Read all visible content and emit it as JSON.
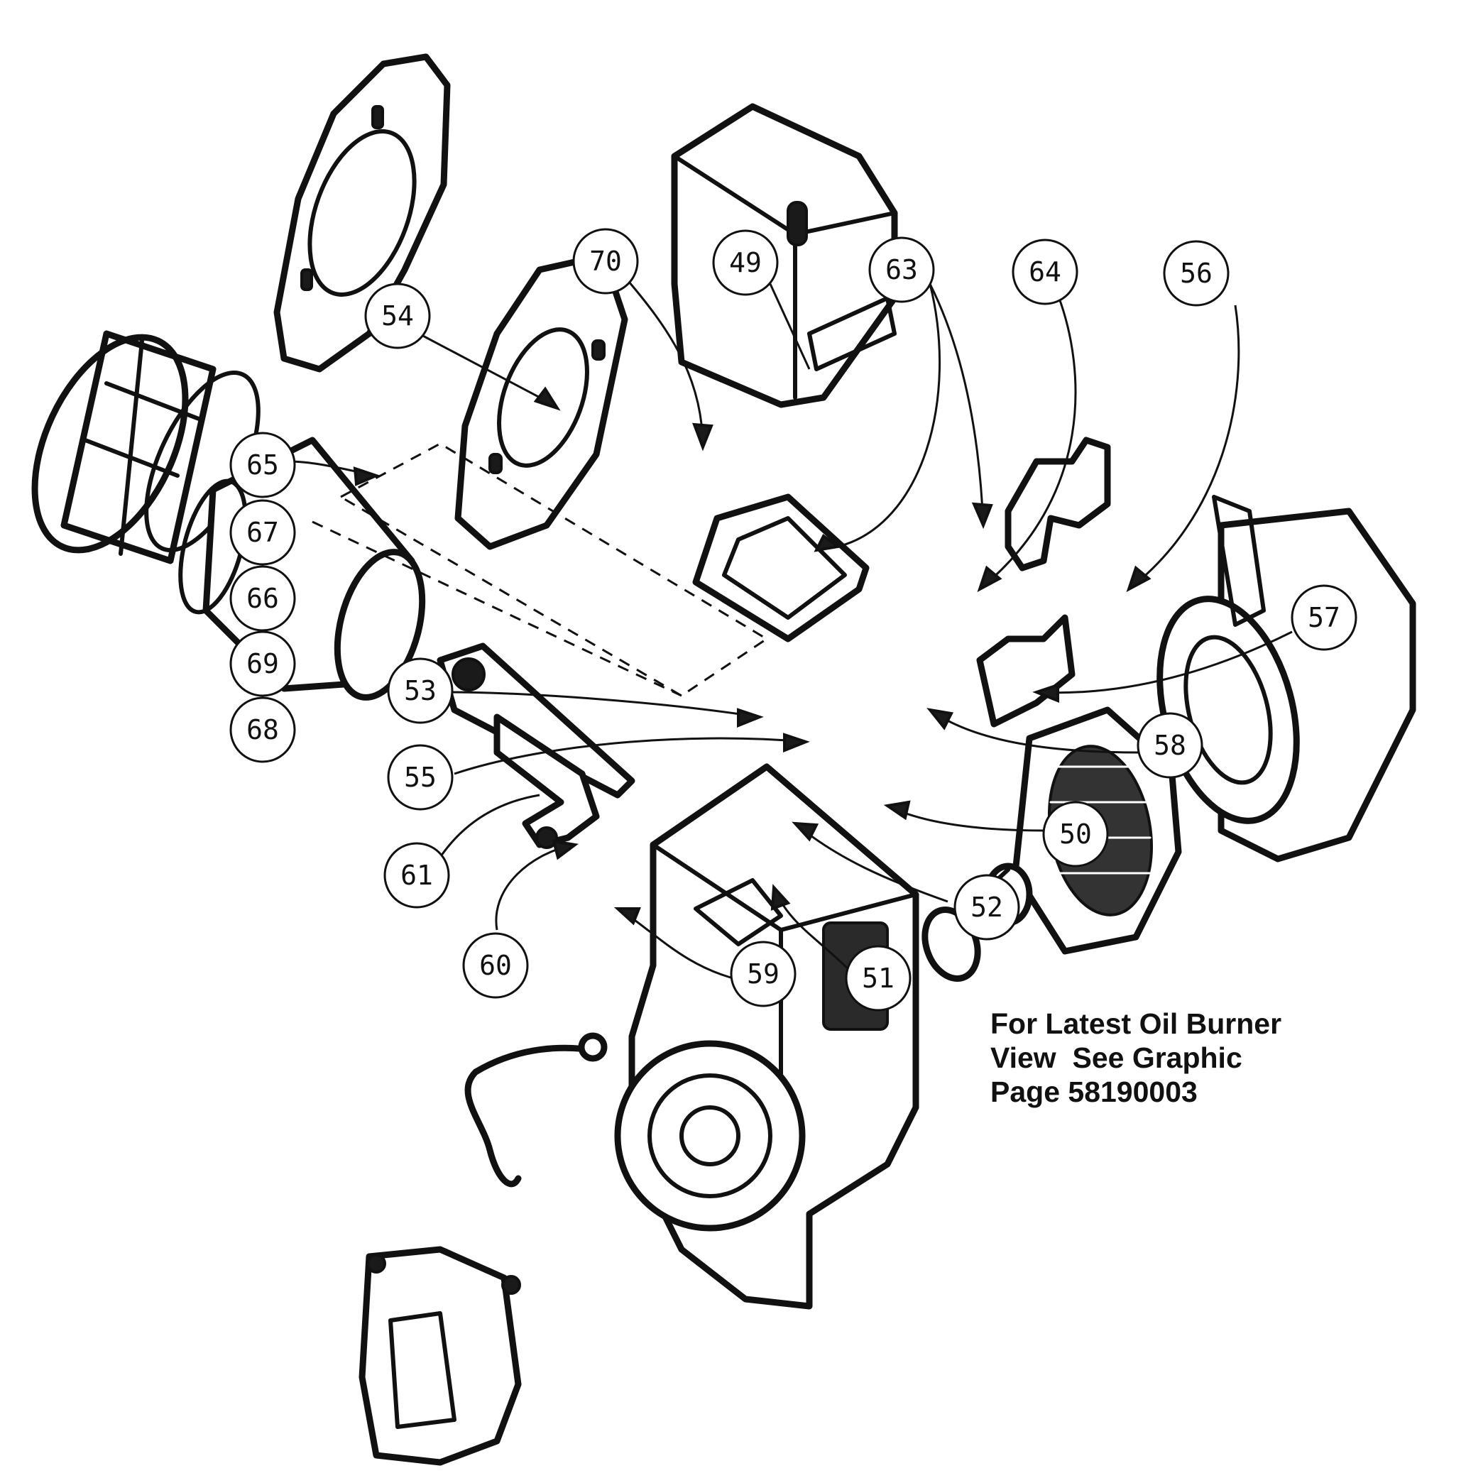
{
  "callouts": [
    {
      "label": "49"
    },
    {
      "label": "50"
    },
    {
      "label": "51"
    },
    {
      "label": "52"
    },
    {
      "label": "53"
    },
    {
      "label": "54"
    },
    {
      "label": "55"
    },
    {
      "label": "56"
    },
    {
      "label": "57"
    },
    {
      "label": "58"
    },
    {
      "label": "59"
    },
    {
      "label": "60"
    },
    {
      "label": "61"
    },
    {
      "label": "63"
    },
    {
      "label": "64"
    },
    {
      "label": "65"
    },
    {
      "label": "66"
    },
    {
      "label": "67"
    },
    {
      "label": "68"
    },
    {
      "label": "69"
    },
    {
      "label": "70"
    }
  ],
  "note": {
    "line1": "For Latest Oil Burner",
    "line2": "View  See Graphic",
    "line3": "Page 58190003"
  }
}
